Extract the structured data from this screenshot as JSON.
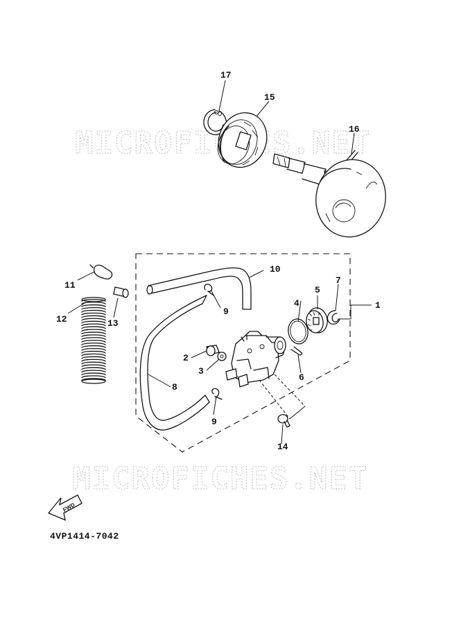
{
  "watermark": {
    "top": "MICROFICHES.NET",
    "bottom": "MICROFICHES.NET"
  },
  "diagram_code": "4VP1414-7042",
  "fwd_label": "FWD",
  "callouts": {
    "c1": "1",
    "c2": "2",
    "c3": "3",
    "c4": "4",
    "c5": "5",
    "c6": "6",
    "c7": "7",
    "c8": "8",
    "c9a": "9",
    "c9b": "9",
    "c10": "10",
    "c11": "11",
    "c12": "12",
    "c13": "13",
    "c14": "14",
    "c15": "15",
    "c16": "16",
    "c17": "17"
  }
}
